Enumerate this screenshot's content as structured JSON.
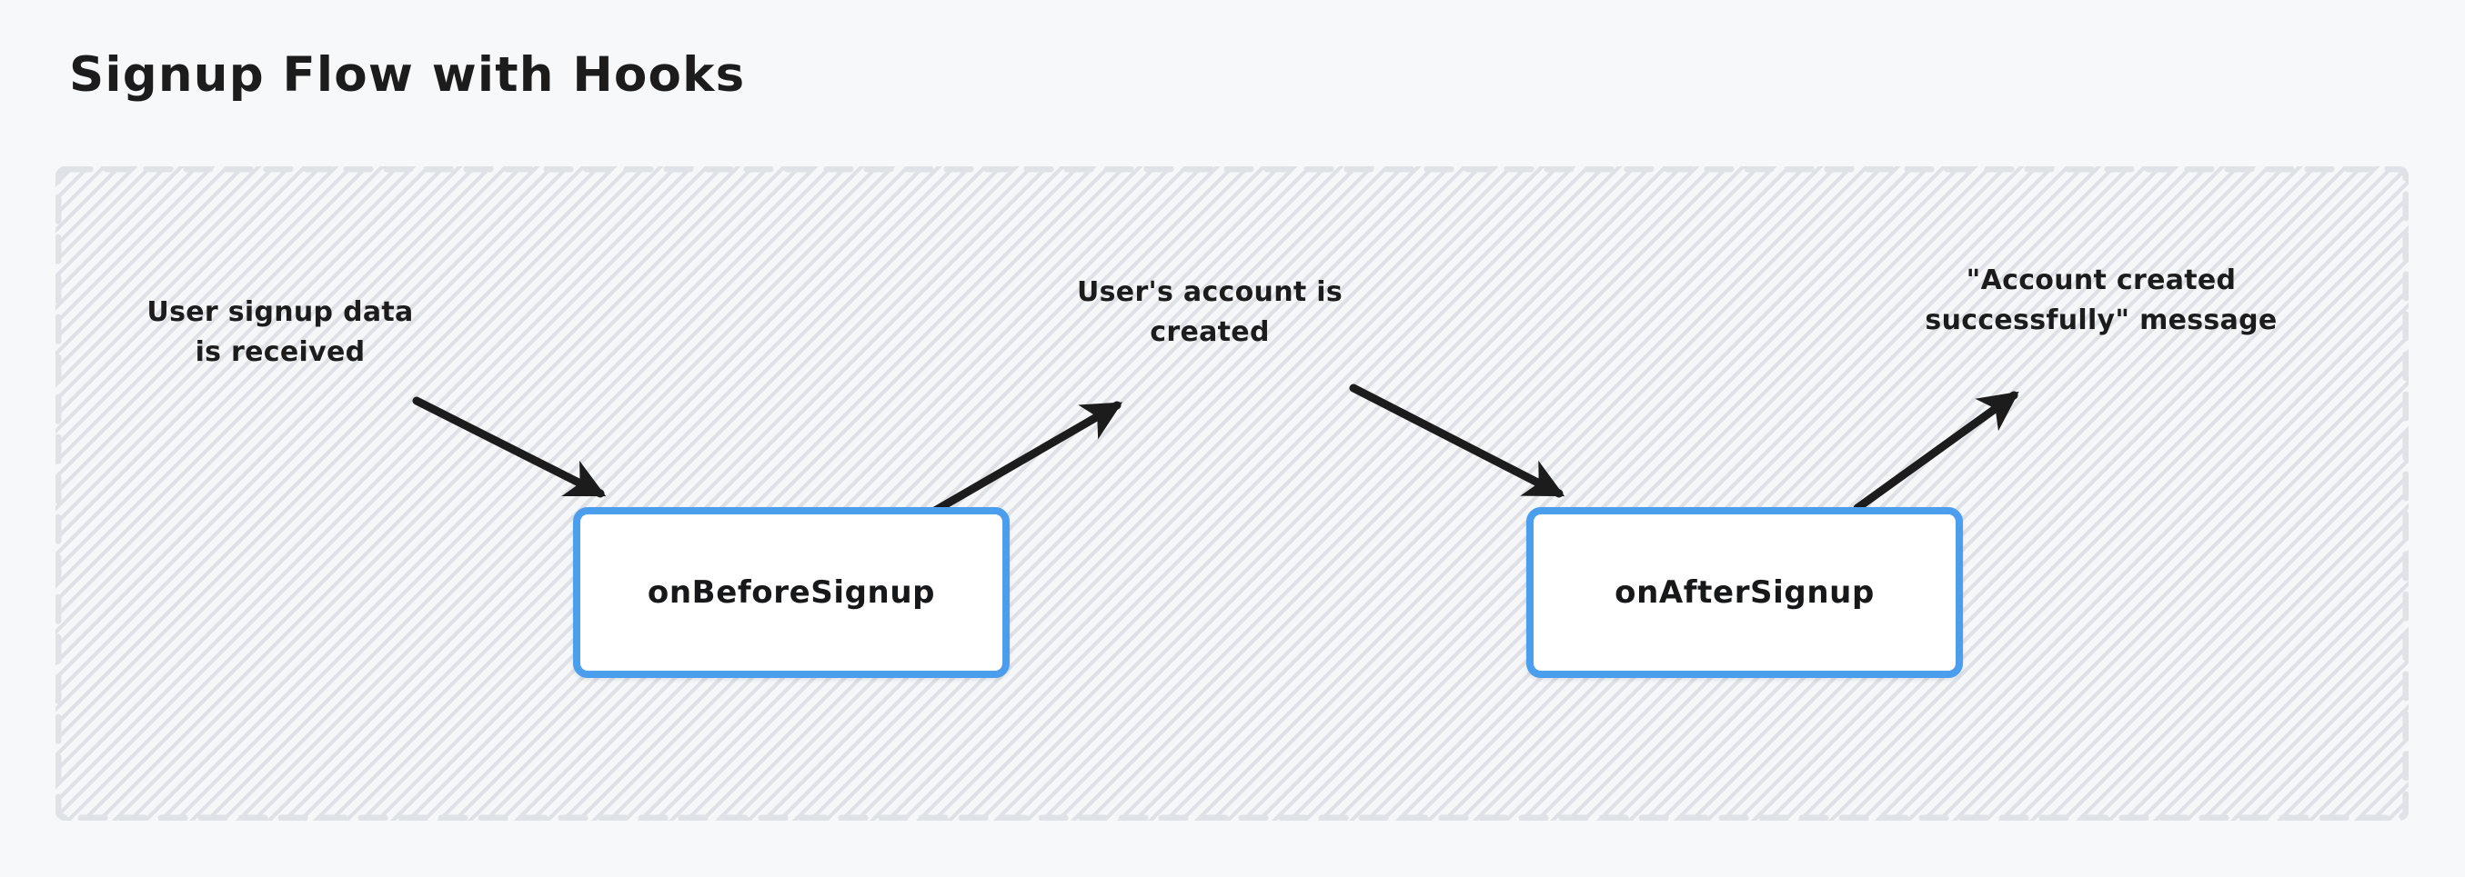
{
  "page": {
    "title": "Signup Flow with Hooks",
    "background_color": "#f7f8fa"
  },
  "frame": {
    "name": "flow-container",
    "border_style": "dashed",
    "border_color": "#dfe2e7",
    "fill_pattern": "diagonal-hatch",
    "fill_color": "#f6f7f9"
  },
  "nodes": [
    {
      "id": "onBeforeSignup",
      "label": "onBeforeSignup",
      "border_color": "#4a9eed",
      "fill_color": "#ffffff"
    },
    {
      "id": "onAfterSignup",
      "label": "onAfterSignup",
      "border_color": "#4a9eed",
      "fill_color": "#ffffff"
    }
  ],
  "edges": [
    {
      "id": "edge-user-signup-data",
      "label": "User signup data\nis received",
      "direction": "into-onBeforeSignup",
      "color": "#1c1c1c"
    },
    {
      "id": "edge-account-created",
      "label": "User's account is\ncreated",
      "direction": "out-of-onBeforeSignup",
      "color": "#1c1c1c"
    },
    {
      "id": "edge-account-created-in",
      "label": "User's account is\ncreated",
      "direction": "into-onAfterSignup",
      "color": "#1c1c1c"
    },
    {
      "id": "edge-success-message",
      "label": "\"Account created\nsuccessfully\" message",
      "direction": "out-of-onAfterSignup",
      "color": "#1c1c1c"
    }
  ]
}
